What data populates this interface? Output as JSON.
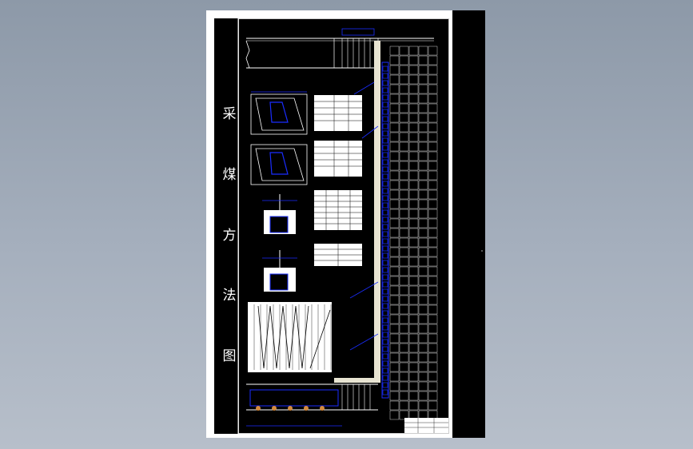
{
  "drawing": {
    "title_chars": [
      "采",
      "煤",
      "方",
      "法",
      "图"
    ]
  },
  "colors": {
    "background": "#9aa5b3",
    "paper": "#ffffff",
    "canvas": "#000000",
    "line_white": "#ffffff",
    "line_blue": "#1a2dff",
    "fill_cream": "#e8e4d2",
    "accent_orange": "#d48a3c"
  }
}
